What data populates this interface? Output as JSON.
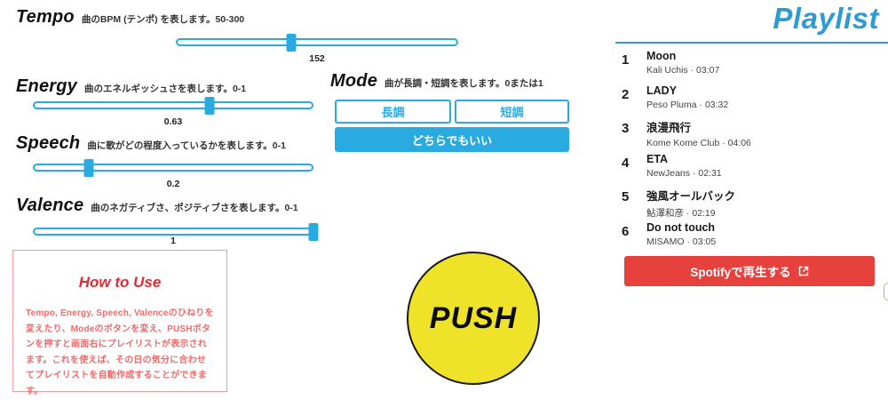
{
  "sliders": [
    {
      "name": "Tempo",
      "desc": "曲のBPM (テンポ) を表します。50-300",
      "value": "152",
      "percent": 40.8
    },
    {
      "name": "Energy",
      "desc": "曲のエネルギッシュさを表します。0-1",
      "value": "0.63",
      "percent": 63
    },
    {
      "name": "Speech",
      "desc": "曲に歌がどの程度入っているかを表します。0-1",
      "value": "0.2",
      "percent": 20
    },
    {
      "name": "Valence",
      "desc": "曲のネガティブさ、ポジティブさを表します。0-1",
      "value": "1",
      "percent": 100
    }
  ],
  "mode": {
    "name": "Mode",
    "desc": "曲が長調・短調を表します。0または1",
    "options": [
      {
        "label": "長調",
        "selected": false
      },
      {
        "label": "短調",
        "selected": false
      },
      {
        "label": "どちらでもいい",
        "selected": true
      }
    ]
  },
  "how_to_use": {
    "title": "How to Use",
    "body": "Tempo, Energy, Speech, Valenceのひねりを変えたり、Modeのボタンを変え、PUSHボタンを押すと画面右にプレイリストが表示されます。これを使えば、その日の気分に合わせてプレイリストを自動作成することができます。"
  },
  "push_button": {
    "label": "PUSH"
  },
  "playlist": {
    "title": "Playlist",
    "tracks": [
      {
        "no": "1",
        "title": "Moon",
        "artist": "Kali Uchis",
        "duration": "03:07"
      },
      {
        "no": "2",
        "title": "LADY",
        "artist": "Peso Pluma",
        "duration": "03:32"
      },
      {
        "no": "3",
        "title": "浪漫飛行",
        "artist": "Kome Kome Club",
        "duration": "04:06"
      },
      {
        "no": "4",
        "title": "ETA",
        "artist": "NewJeans",
        "duration": "02:31"
      },
      {
        "no": "5",
        "title": "強風オールバック",
        "artist": "鮎澤和彦",
        "duration": "02:19"
      },
      {
        "no": "6",
        "title": "Do not touch",
        "artist": "MISAMO",
        "duration": "03:05"
      }
    ],
    "spotify_button_label": "Spotifyで再生する"
  },
  "colors": {
    "accent_blue": "#29ABE2",
    "playlist_blue": "#2e9bd5",
    "spotify_red": "#e7413e",
    "push_yellow": "#efe32a",
    "howto_red": "#f26a6a",
    "edge_green": "#9ccb6b"
  }
}
